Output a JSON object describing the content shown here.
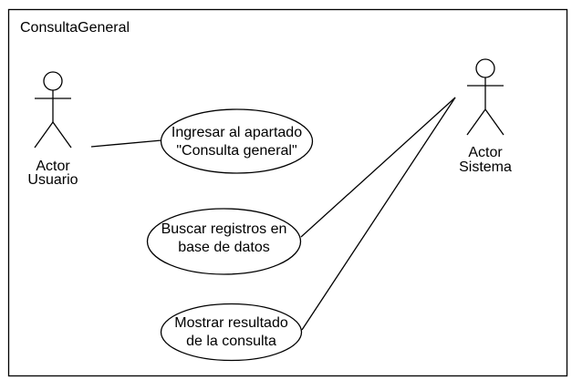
{
  "diagram": {
    "title": "ConsultaGeneral",
    "actors": {
      "user": {
        "line1": "Actor",
        "line2": "Usuario"
      },
      "system": {
        "line1": "Actor",
        "line2": "Sistema"
      }
    },
    "use_cases": [
      {
        "line1": "Ingresar al apartado",
        "line2": "\"Consulta general\""
      },
      {
        "line1": "Buscar registros en",
        "line2": "base de datos"
      },
      {
        "line1": "Mostrar resultado",
        "line2": "de la consulta"
      }
    ]
  }
}
